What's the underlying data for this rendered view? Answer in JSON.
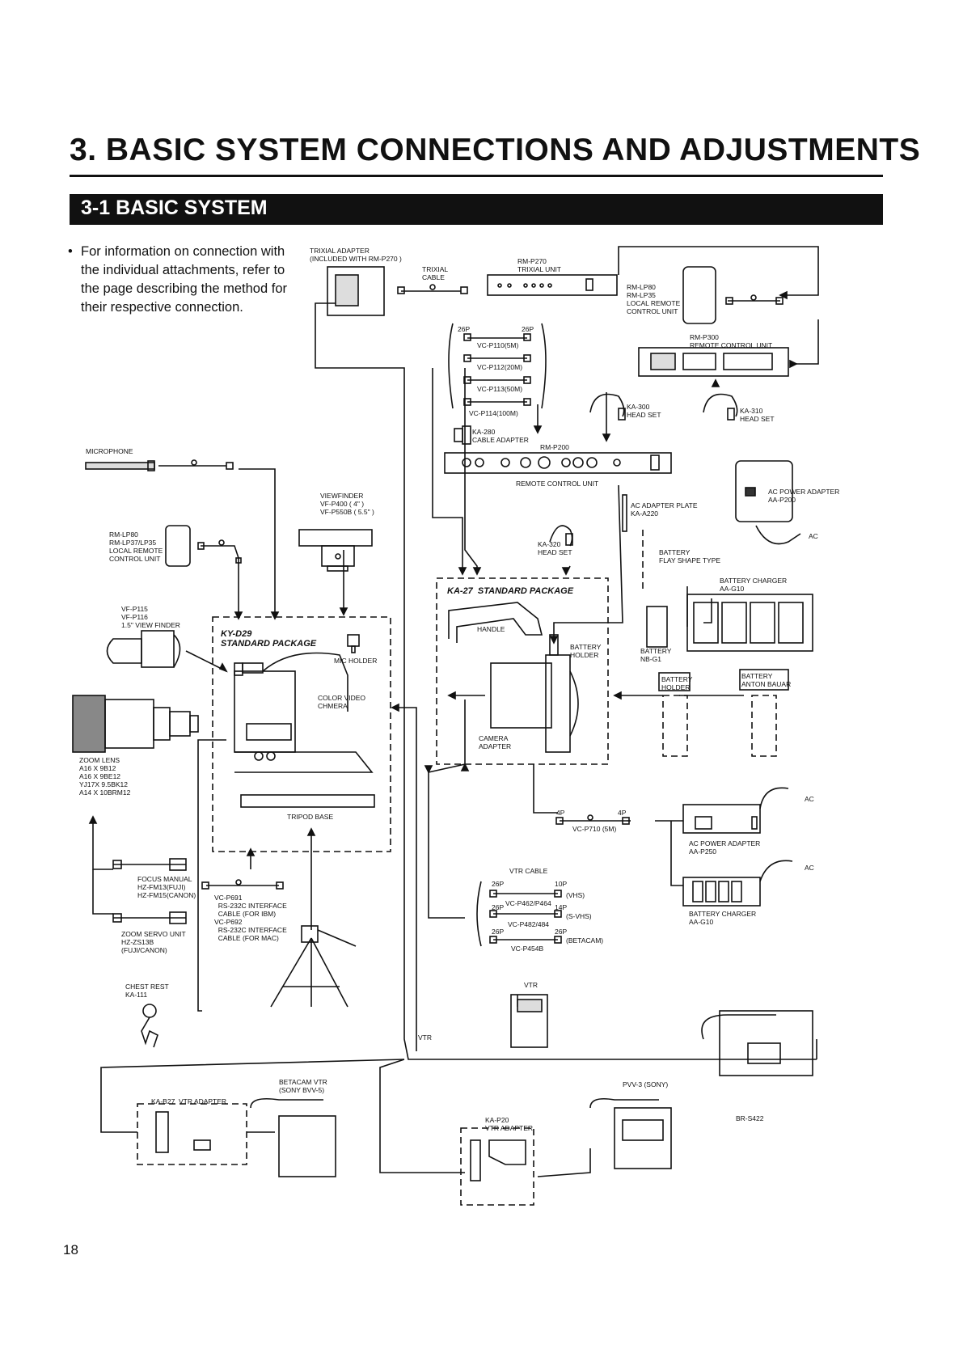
{
  "page": {
    "chapter_title": "3. BASIC SYSTEM CONNECTIONS AND ADJUSTMENTS",
    "section_title": "3-1  BASIC SYSTEM",
    "intro_bullet": "•",
    "intro_text": "For information on connection with the individual attachments, refer to the page describing the method for their respective connection.",
    "page_number": "18"
  },
  "labels": {
    "trixial_adapter": "TRIXIAL ADAPTER\n(INCLUDED WITH RM-P270 )",
    "trixial_cable": "TRIXIAL\nCABLE",
    "rm_p270": "RM-P270\nTRIXIAL UNIT",
    "rm_lp80_top": "RM-LP80\nRM-LP35\nLOCAL REMOTE\nCONTROL UNIT",
    "rm_p300": "RM-P300\nREMOTE CONTROL UNIT",
    "p26_a": "26P",
    "p26_b": "26P",
    "vc_p110": "VC-P110(5m)",
    "vc_p112": "VC-P112(20m)",
    "vc_p113": "VC-P113(50m)",
    "vc_p114": "VC-P114(100m)",
    "ka300": "KA-300\nHEAD SET",
    "ka310": "KA-310\nHEAD SET",
    "ka280": "KA-280\nCABLE ADAPTER",
    "rm_p200": "RM-P200",
    "remote_control_unit": "REMOTE CONTROL UNIT",
    "ac_power_adapter_top": "AC POWER ADAPTER\nAA-P200",
    "ac": "AC",
    "ac_adapter_plate": "AC ADAPTER PLATE\nKA-A220",
    "microphone": "MICROPHONE",
    "viewfinder": "VIEWFINDER\nVF-P400 ( 4\" )\nVF-P550B ( 5.5\" )",
    "ka320": "KA-320\nHEAD SET",
    "battery_flay": "BATTERY\nFLAY SHAPE TYPE",
    "battery_charger_top": "BATTERY CHARGER\nAA-G10",
    "rm_lp80_left": "RM-LP80\nRM-LP37/LP35\nLOCAL REMOTE\nCONTROL UNIT",
    "ka27_package": "KA-27  STANDARD PACKAGE",
    "handle": "HANDLE",
    "battery_holder": "BATTERY\nHOLDER",
    "battery_nbg1": "BATTERY\nNB-G1",
    "battery_holder_box": "BATTERY\nHOLDER",
    "battery_anton": "BATTERY\nANTON BAUAR",
    "vf_p115": "VF-P115\nVF-P116\n1.5\" VIEW FINDER",
    "kyd29_package": "KY-D29\nSTANDARD PACKAGE",
    "mic_holder": "MIC HOLDER",
    "color_video_camera": "COLOR VIDEO\nCHMERA",
    "camera_adapter": "CAMERA\nADAPTER",
    "zoom_lens": "ZOOM LENS\nA16 X 9B12\nA16 X 9BE12\nYJ17X 9.5BK12\nA14 X 10BRM12",
    "tripod_base": "TRIPOD BASE",
    "p4_a": "4P",
    "p4_b": "4P",
    "vc_p710": "VC-P710 (5m)",
    "ac_power_adapter_mid": "AC POWER ADAPTER\nAA-P250",
    "focus_manual": "FOCUS MANUAL\nHZ-FM13(FUJI)\nHZ-FM15(CANON)",
    "zoom_servo": "ZOOM SERVO UNIT\nHZ-ZS13B\n(FUJI/CANON)",
    "vc_p691": "VC-P691\n  RS-232C INTERFACE\n  CABLE (FOR IBM)\nVC-P692\n  RS-232C INTERFACE\n  CABLE (FOR MAC)",
    "vtr_cable": "VTR CABLE",
    "p26_vhs": "26P",
    "p10": "10P",
    "vhs": "(VHS)",
    "vc_p462": "VC-P462/P464",
    "p26_svhs": "26P",
    "p14": "14P",
    "svhs": "(S-VHS)",
    "vc_p482": "VC-P482/484",
    "p26_beta": "26P",
    "p26_beta2": "26P",
    "betacam": "(BETACAM)",
    "vc_p454b": "VC-P454B",
    "battery_charger_bottom": "BATTERY CHARGER\nAA-G10",
    "chest_rest": "CHEST REST\nKA-111",
    "vtr_top": "VTR",
    "vtr_line": "VTR",
    "br_s422": "BR-S422",
    "betacam_vtr": "BETACAM VTR\n(SONY BVV-5)",
    "ka_b27": "KA-B27  VTR ADAPTER",
    "pvv3": "PVV-3 (SONY)",
    "ka_p20": "KA-P20\nVTR ADAPTER"
  },
  "icons": [
    "trixial-adapter-icon",
    "trixial-unit-icon",
    "local-remote-icon",
    "remote-control-unit-icon",
    "headset-icon",
    "cable-adapter-icon",
    "microphone-icon",
    "viewfinder-icon",
    "camera-body-icon",
    "zoom-lens-icon",
    "ac-power-adapter-icon",
    "battery-charger-icon",
    "battery-icon",
    "camera-adapter-icon",
    "tripod-icon",
    "chest-rest-icon",
    "vtr-icon"
  ]
}
